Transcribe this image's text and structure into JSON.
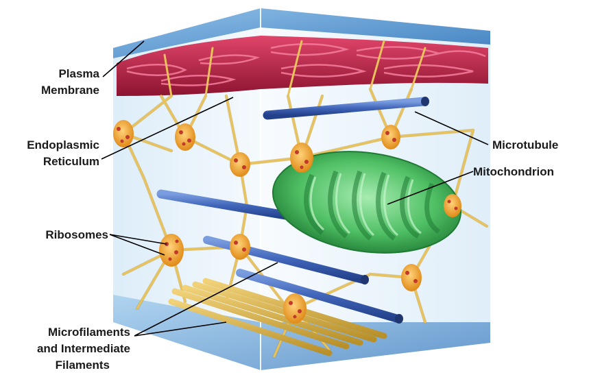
{
  "labels": {
    "plasma_membrane_1": "Plasma",
    "plasma_membrane_2": "Membrane",
    "er_1": "Endoplasmic",
    "er_2": "Reticulum",
    "ribosomes": "Ribosomes",
    "microfilaments_1": "Microfilaments",
    "microfilaments_2": "and Intermediate",
    "microfilaments_3": "Filaments",
    "microtubule": "Microtubule",
    "mitochondrion": "Mitochondrion"
  },
  "colors": {
    "membrane_top": "#3f7fc0",
    "membrane_bottom": "#6aa3d4",
    "cube_face": "#e6f1fa",
    "er": "#c0244a",
    "er_highlight": "#f27a9a",
    "filament": "#e8c25a",
    "ribosome_body": "#f0a830",
    "ribosome_dot": "#c0392b",
    "microtubule": "#3f64b8",
    "mitochondrion": "#4fbf64",
    "mitochondrion_dark": "#1f7a34"
  }
}
